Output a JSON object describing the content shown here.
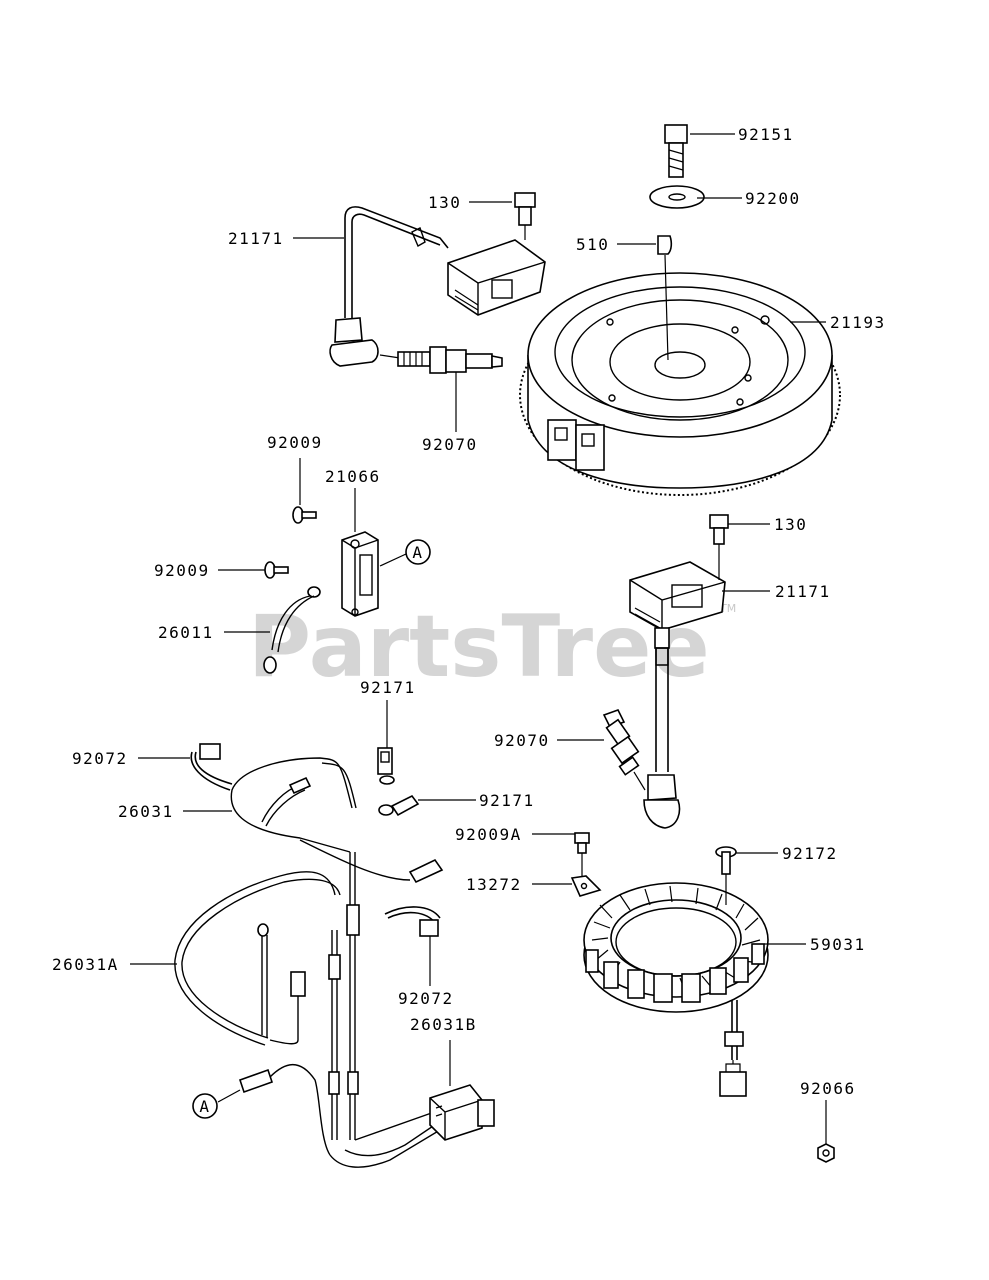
{
  "watermark": {
    "text": "PartsTree",
    "trademark": "TM"
  },
  "callouts": {
    "p92151": "92151",
    "p92200": "92200",
    "p130a": "130",
    "p510": "510",
    "p21171a": "21171",
    "p21193": "21193",
    "p92070a": "92070",
    "p92009a": "92009",
    "p21066": "21066",
    "p92009b": "92009",
    "p26011": "26011",
    "p130b": "130",
    "p21171b": "21171",
    "p92171a": "92171",
    "p92070b": "92070",
    "p92072a": "92072",
    "p26031": "26031",
    "p92171b": "92171",
    "p92009A": "92009A",
    "p92172": "92172",
    "p13272": "13272",
    "p59031": "59031",
    "p26031A": "26031A",
    "p92072b": "92072",
    "p26031B": "26031B",
    "p92066": "92066",
    "refA1": "A",
    "refA2": "A"
  }
}
